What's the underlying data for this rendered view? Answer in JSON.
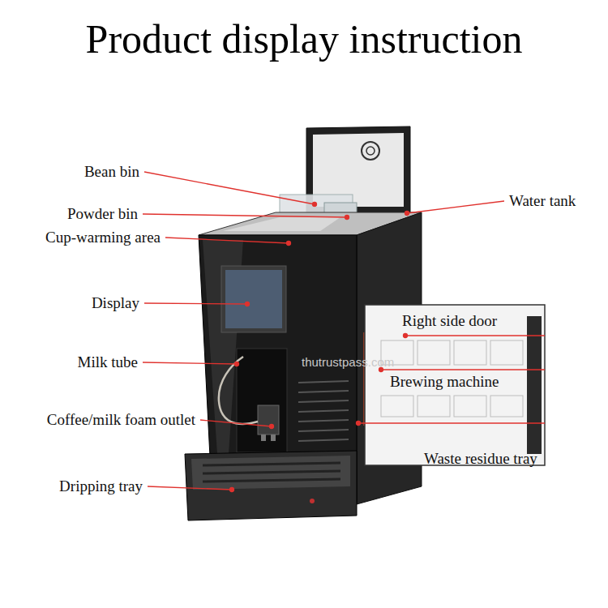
{
  "diagram": {
    "title": "Product display instruction",
    "labels": [
      "Bean bin",
      "Powder bin",
      "Cup-warming area",
      "Display",
      "Milk tube",
      "Coffee/milk foam outlet",
      "Dripping tray",
      "Water tank",
      "Right side door",
      "Brewing machine",
      "Waste residue tray",
      "thutrustpass.com"
    ]
  }
}
